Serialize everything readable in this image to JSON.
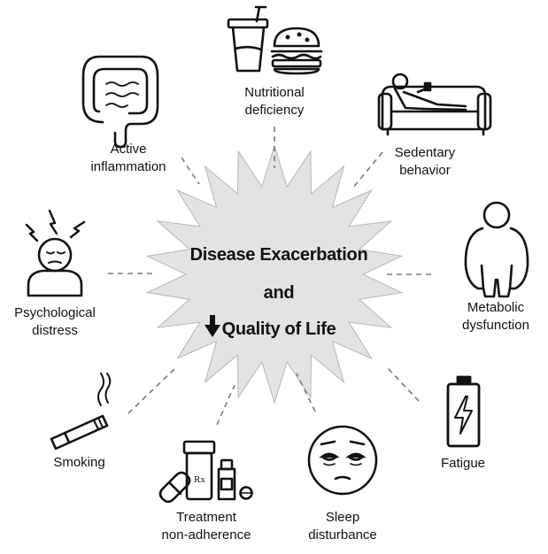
{
  "center": {
    "line1": "Disease Exacerbation",
    "line2": "and",
    "line3": "Quality of Life",
    "arrow_icon": "down-arrow-icon"
  },
  "factors": [
    {
      "name": "nutritional-deficiency",
      "line1": "Nutritional",
      "line2": "deficiency",
      "icon": "soda-and-burger-icon"
    },
    {
      "name": "sedentary-behavior",
      "line1": "Sedentary",
      "line2": "behavior",
      "icon": "person-on-couch-icon"
    },
    {
      "name": "metabolic-dysfunction",
      "line1": "Metabolic",
      "line2": "dysfunction",
      "icon": "obese-figure-icon"
    },
    {
      "name": "fatigue",
      "line1": "Fatigue",
      "line2": "",
      "icon": "low-battery-icon"
    },
    {
      "name": "sleep-disturbance",
      "line1": "Sleep",
      "line2": "disturbance",
      "icon": "tired-face-icon"
    },
    {
      "name": "treatment-non-adherence",
      "line1": "Treatment",
      "line2": "non-adherence",
      "icon": "pills-bottle-icon",
      "rx_text": "Rx"
    },
    {
      "name": "smoking",
      "line1": "Smoking",
      "line2": "",
      "icon": "cigarette-icon"
    },
    {
      "name": "psychological-distress",
      "line1": "Psychological",
      "line2": "distress",
      "icon": "stressed-person-icon"
    },
    {
      "name": "active-inflammation",
      "line1": "Active",
      "line2": "inflammation",
      "icon": "inflamed-intestine-icon"
    }
  ],
  "colors": {
    "starburst_fill": "#e3e3e3",
    "stroke": "#111111",
    "connector": "#7a7a7a"
  }
}
